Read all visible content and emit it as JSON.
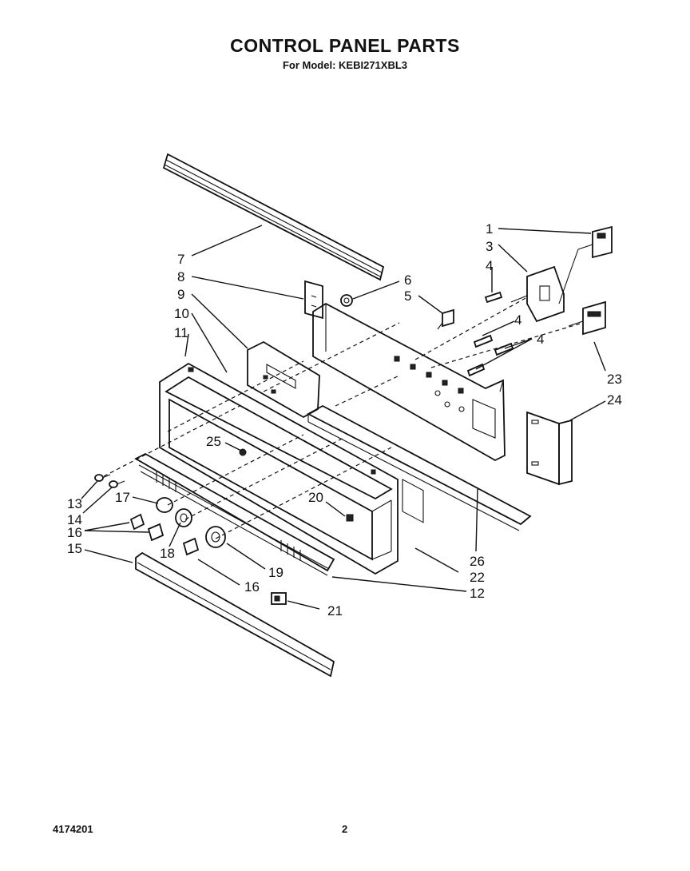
{
  "header": {
    "title": "CONTROL PANEL PARTS",
    "subtitle": "For Model: KEBI271XBL3"
  },
  "footer": {
    "doc_number": "4174201",
    "page_number": "2"
  },
  "callouts": [
    "1",
    "3",
    "4",
    "4",
    "4",
    "5",
    "6",
    "7",
    "8",
    "9",
    "10",
    "11",
    "12",
    "13",
    "14",
    "15",
    "16",
    "16",
    "17",
    "18",
    "19",
    "20",
    "21",
    "22",
    "23",
    "24",
    "25",
    "26"
  ],
  "colors": {
    "ink": "#111111",
    "paper": "#ffffff"
  }
}
